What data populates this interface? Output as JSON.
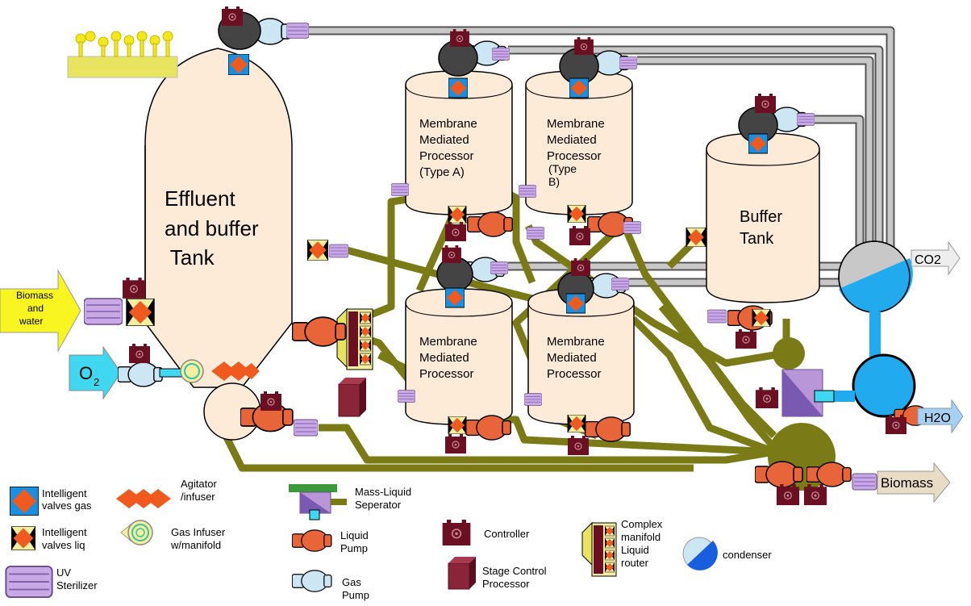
{
  "tanks": {
    "main": [
      "Effluent",
      "and buffer",
      " Tank"
    ],
    "buffer": [
      "Buffer",
      "Tank"
    ],
    "mmp_a": [
      "Membrane",
      "Mediated",
      "Processor",
      "(Type A)"
    ],
    "mmp_b": [
      "Membrane",
      "Mediated",
      "Processor",
      "(Type",
      "B)"
    ],
    "mmp_c": [
      "Membrane",
      "Mediated",
      "Processor"
    ],
    "mmp_d": [
      "Membrane",
      "Mediated",
      "Processor"
    ]
  },
  "inputs": {
    "biomass_water": [
      "Biomass",
      "and",
      "water"
    ],
    "o2": "O",
    "o2_sub": "2"
  },
  "outputs": {
    "co2": "CO2",
    "h2o": "H2O",
    "biomass": "Biomass"
  },
  "legend": {
    "valves_gas": [
      "Intelligent",
      "valves gas"
    ],
    "valves_liq": [
      "Intelligent",
      "valves liq"
    ],
    "uv": [
      "UV",
      "Sterilizer"
    ],
    "agitator": [
      "Agitator",
      "/infuser"
    ],
    "gas_infuser": [
      "Gas Infuser",
      "w/manifold"
    ],
    "mass_liquid": [
      "Mass-Liquid",
      "Seperator"
    ],
    "liquid_pump": [
      "Liquid",
      "Pump"
    ],
    "gas_pump": [
      "Gas",
      "Pump"
    ],
    "controller": "Controller",
    "stage_control": [
      "Stage Control",
      "Processor"
    ],
    "complex_manifold": [
      "Complex",
      "manifold",
      "Liquid",
      "router"
    ],
    "condenser": "condenser"
  },
  "colors": {
    "tank_fill": "#fdebd8",
    "pipe_liquid": "#7a7a16",
    "pipe_gas": "#c8c8c8",
    "controller": "#6b1022",
    "liquid_pump": "#e8653a",
    "gas_pump": "#cce6f4",
    "uv": "#c9a8e6",
    "valve_gas_bg": "#1a8fe0",
    "valve_liq_bg": "#f3eea0",
    "valve_diamond": "#f05a1e",
    "water": "#22aaee",
    "co2_arrow": "#eeeeee",
    "h2o_arrow": "#a8d0f0",
    "biomass_arrow": "#e8dcc4",
    "biomass_in_arrow": "#f8f520",
    "o2_arrow": "#3fd8f0"
  }
}
